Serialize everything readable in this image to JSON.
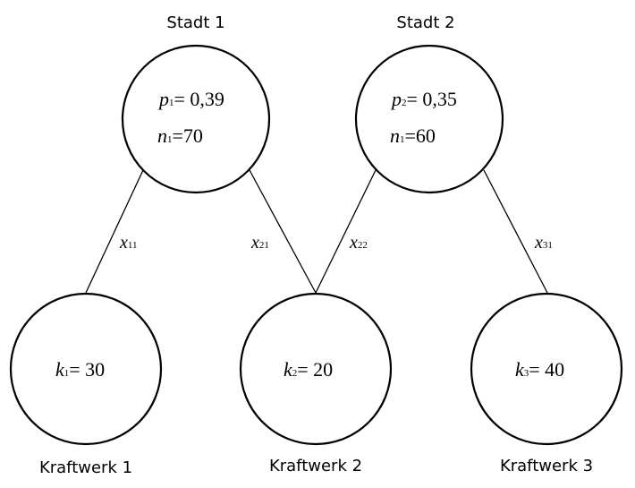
{
  "cities": [
    {
      "title": "Stadt 1",
      "p_var": "p",
      "p_sub": "1",
      "p_val": "= 0,39",
      "n_var": "n",
      "n_sub": "1",
      "n_val": "=70"
    },
    {
      "title": "Stadt 2",
      "p_var": "p",
      "p_sub": "2",
      "p_val": "= 0,35",
      "n_var": "n",
      "n_sub": "1",
      "n_val": "=60"
    }
  ],
  "plants": [
    {
      "title": "Kraftwerk 1",
      "k_var": "k",
      "k_sub": "1",
      "k_val": "= 30"
    },
    {
      "title": "Kraftwerk 2",
      "k_var": "k",
      "k_sub": "2",
      "k_val": "= 20"
    },
    {
      "title": "Kraftwerk 3",
      "k_var": "k",
      "k_sub": "3",
      "k_val": "= 40"
    }
  ],
  "edges": [
    {
      "var": "x",
      "sub": "11"
    },
    {
      "var": "x",
      "sub": "21"
    },
    {
      "var": "x",
      "sub": "22"
    },
    {
      "var": "x",
      "sub": "31"
    }
  ]
}
